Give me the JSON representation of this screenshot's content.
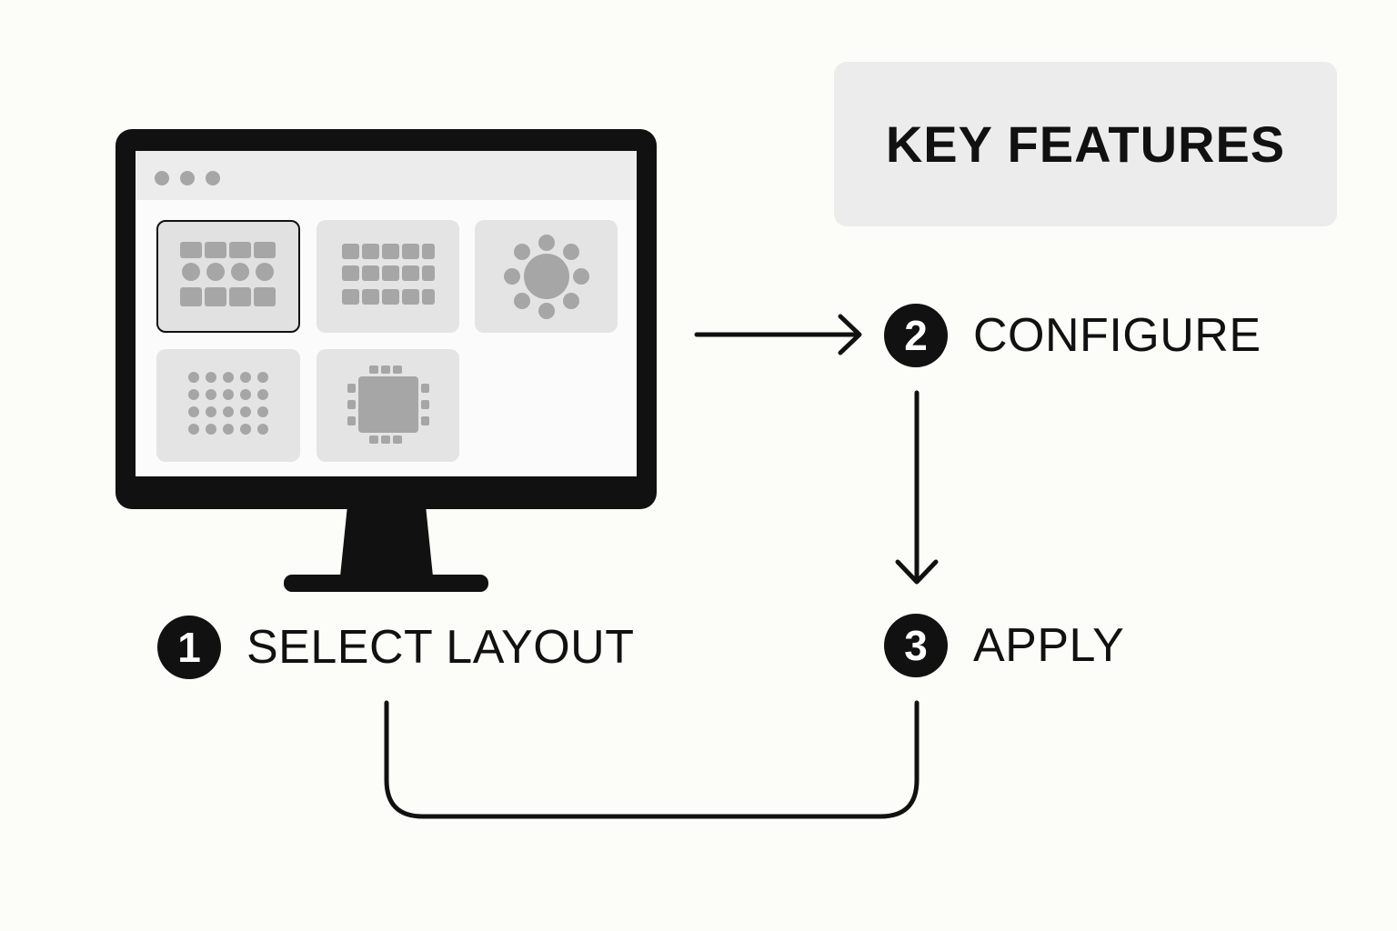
{
  "title": "KEY FEATURES",
  "steps": [
    {
      "number": "1",
      "label": "SELECT LAYOUT"
    },
    {
      "number": "2",
      "label": "CONFIGURE"
    },
    {
      "number": "3",
      "label": "APPLY"
    }
  ],
  "layout_options": [
    {
      "icon": "classroom-rows-icon",
      "selected": true
    },
    {
      "icon": "grid-seating-icon",
      "selected": false
    },
    {
      "icon": "round-table-icon",
      "selected": false
    },
    {
      "icon": "dot-grid-icon",
      "selected": false
    },
    {
      "icon": "boardroom-table-icon",
      "selected": false
    }
  ],
  "colors": {
    "background": "#fcfcf8",
    "ink": "#111111",
    "panel": "#ececec",
    "tile": "#e4e4e4",
    "icon_gray": "#a6a6a6"
  }
}
